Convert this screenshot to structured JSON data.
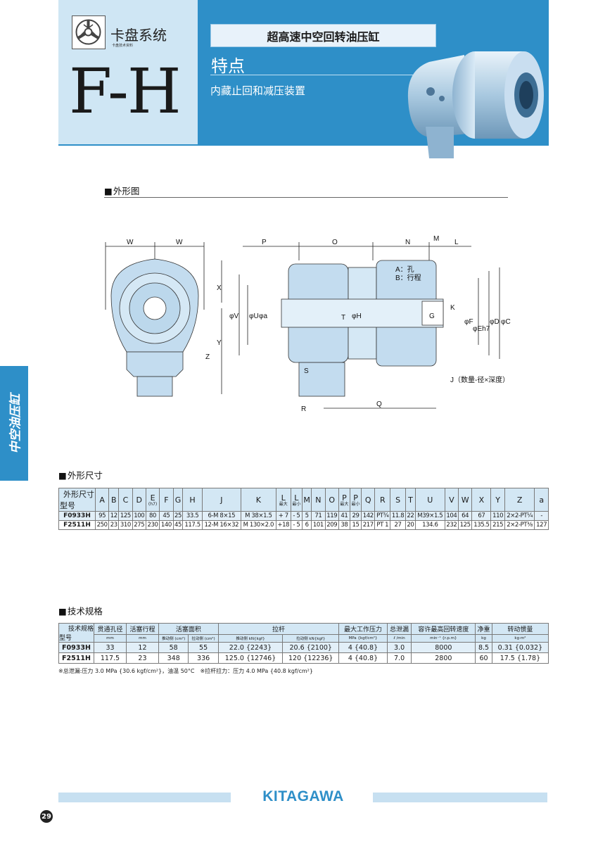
{
  "header": {
    "series_title": "卡盘系统",
    "series_sub": "卡盘技术资料",
    "model": "F-H",
    "product_title": "超高速中空回转油压缸",
    "features_title": "特点",
    "features_text": "内藏止回和减压装置"
  },
  "side_tab": "中空油压缸",
  "sections": {
    "outline": "外形图",
    "dimensions": "外形尺寸",
    "specs": "技术规格"
  },
  "drawing_labels": {
    "W1": "W",
    "W2": "W",
    "P": "P",
    "O": "O",
    "N": "N",
    "M": "M",
    "L": "L",
    "X": "X",
    "Y": "Y",
    "Z": "Z",
    "phiV": "φV",
    "phiU": "φU",
    "phia": "φa",
    "phiH": "φH",
    "T": "T",
    "K": "K",
    "G": "G",
    "phiF": "φF",
    "phiE": "φEh7",
    "phiD": "φD",
    "phiC": "φC",
    "S": "S",
    "R": "R",
    "Q": "Q",
    "note_a": "A：孔",
    "note_b": "B：行程",
    "J": "J（数量-径×深度）"
  },
  "dims_table": {
    "corner_top": "外形尺寸",
    "corner_bottom": "型号",
    "columns": [
      "A",
      "B",
      "C",
      "D",
      "E",
      "F",
      "G",
      "H",
      "J",
      "K",
      "L",
      "L",
      "M",
      "N",
      "O",
      "P",
      "P",
      "Q",
      "R",
      "S",
      "T",
      "U",
      "V",
      "W",
      "X",
      "Y",
      "Z",
      "a"
    ],
    "column_subs": [
      "",
      "",
      "",
      "",
      "(h7)",
      "",
      "",
      "",
      "",
      "",
      "最大",
      "最小",
      "",
      "",
      "",
      "最大",
      "最小",
      "",
      "",
      "",
      "",
      "",
      "",
      "",
      "",
      "",
      "",
      ""
    ],
    "rows": [
      {
        "model": "F0933H",
        "cells": [
          "95",
          "12",
          "125",
          "100",
          "80",
          "45",
          "25",
          "33.5",
          "6-M 8×15",
          "M 38×1.5",
          "+ 7",
          "- 5",
          "5",
          "71",
          "119",
          "41",
          "29",
          "142",
          "PT¾",
          "11.8",
          "22",
          "M39×1.5",
          "104",
          "64",
          "67",
          "110",
          "2×2-PT¼",
          "-"
        ]
      },
      {
        "model": "F2511H",
        "cells": [
          "250",
          "23",
          "310",
          "275",
          "230",
          "140",
          "45",
          "117.5",
          "12-M 16×32",
          "M 130×2.0",
          "+18",
          "- 5",
          "6",
          "101",
          "209",
          "38",
          "15",
          "217",
          "PT 1",
          "27",
          "20",
          "134.6",
          "232",
          "125",
          "135.5",
          "215",
          "2×2-PT⅜",
          "127"
        ]
      }
    ]
  },
  "specs_table": {
    "corner_top": "技术规格",
    "corner_bottom": "型号",
    "headers": {
      "bore": "贯通孔径",
      "stroke": "活塞行程",
      "piston_area": "活塞面积",
      "rod": "拉杆",
      "max_pressure": "最大工作压力",
      "leak": "总泄漏",
      "max_speed": "容许最高回转速度",
      "weight": "净重",
      "inertia": "转动惯量"
    },
    "units": {
      "bore": "mm",
      "stroke": "mm",
      "push_area": "推动侧 (cm²)",
      "pull_area": "拉动侧 (cm²)",
      "push_force": "推动侧 kN{kgf}",
      "pull_force": "拉动侧 kN{kgf}",
      "max_pressure": "MPa {kgf/cm²}",
      "leak": "ℓ /min",
      "max_speed": "min⁻¹ {r.p.m}",
      "weight": "kg",
      "inertia": "kg·m²"
    },
    "rows": [
      {
        "model": "F0933H",
        "bore": "33",
        "stroke": "12",
        "push_area": "58",
        "pull_area": "55",
        "push_force": "22.0 {2243}",
        "pull_force": "20.6 {2100}",
        "max_pressure": "4 {40.8}",
        "leak": "3.0",
        "max_speed": "8000",
        "weight": "8.5",
        "inertia": "0.31 {0.032}"
      },
      {
        "model": "F2511H",
        "bore": "117.5",
        "stroke": "23",
        "push_area": "348",
        "pull_area": "336",
        "push_force": "125.0 {12746}",
        "pull_force": "120  {12236}",
        "max_pressure": "4 {40.8}",
        "leak": "7.0",
        "max_speed": "2800",
        "weight": "60",
        "inertia": "17.5  {1.78}"
      }
    ]
  },
  "note": "※总泄漏:压力 3.0 MPa {30.6 kgf/cm²}，油温 50°C　※拉杆拉力：压力 4.0 MPa {40.8 kgf/cm²}",
  "footer": {
    "brand": "KITAGAWA",
    "page": "29"
  },
  "colors": {
    "brand_blue": "#2e8fc8",
    "light_blue": "#cfe6f4",
    "row_tint": "#e2eff8"
  }
}
